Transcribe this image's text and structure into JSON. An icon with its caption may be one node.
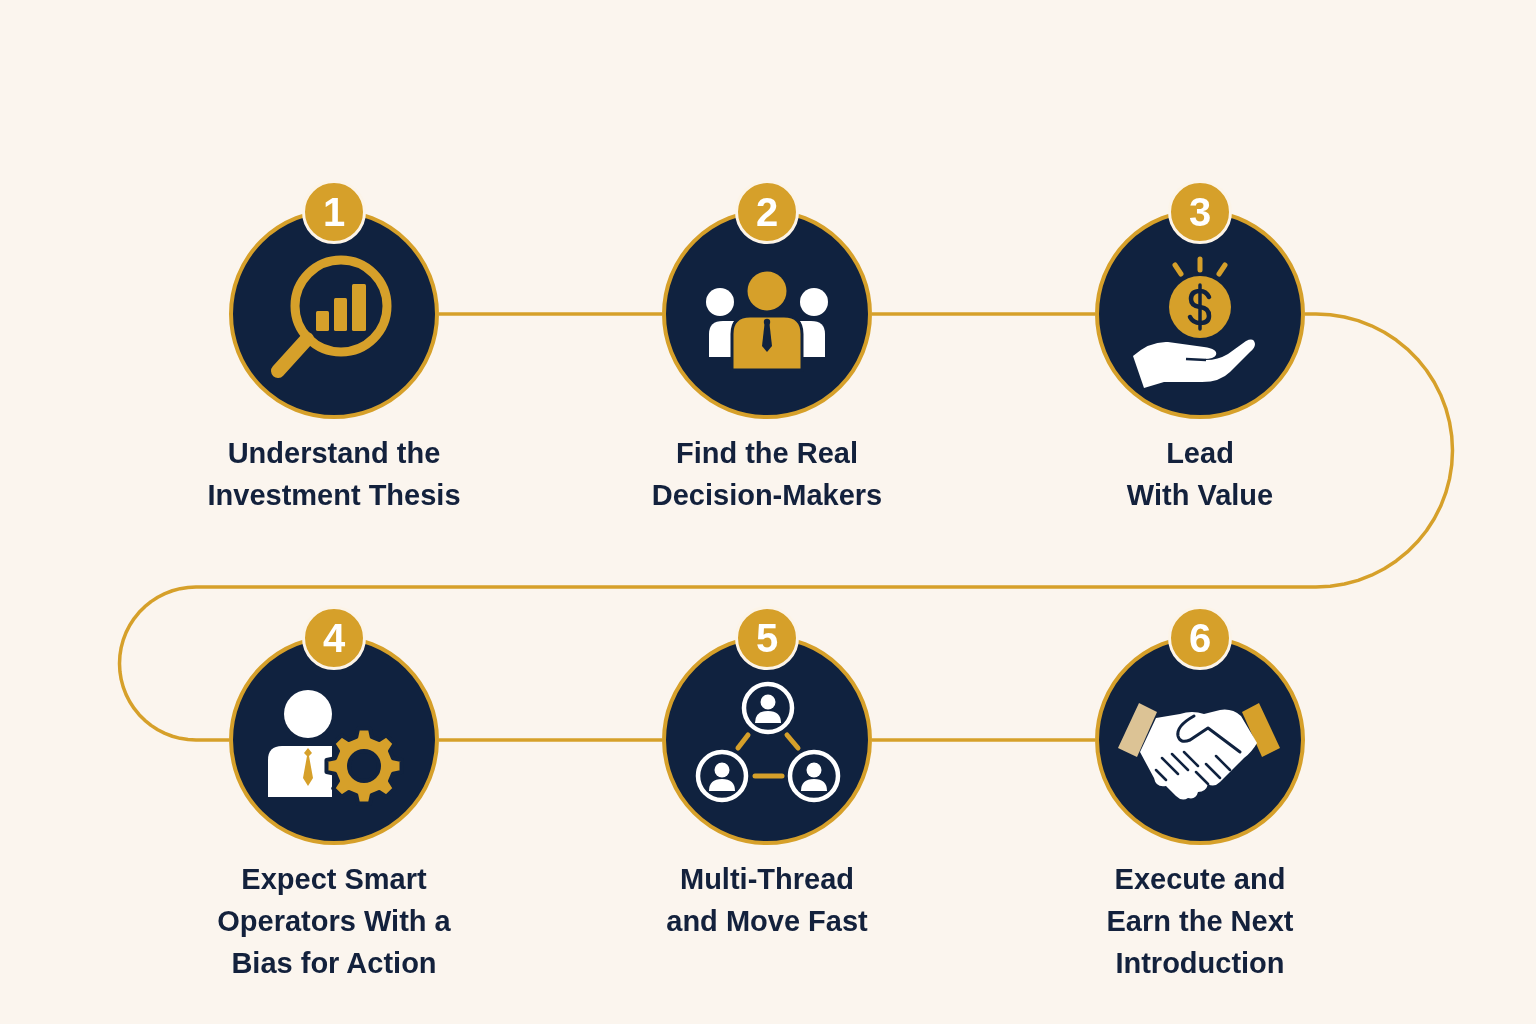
{
  "diagram": {
    "nodes": [
      {
        "text": [
          "1",
          "Understand the Investment Thesis"
        ]
      },
      {
        "text": [
          "2",
          "Find the Real Decision-Makers"
        ]
      },
      {
        "text": [
          "3",
          "Lead With Value"
        ]
      },
      {
        "text": [
          "4",
          "Expect Smart Operators With a Bias for Action"
        ]
      },
      {
        "text": [
          "5",
          "Multi-Thread and Move Fast"
        ]
      },
      {
        "text": [
          "6",
          "Execute and Earn the Next Introduction"
        ]
      }
    ],
    "edges": [
      {
        "from": 0,
        "to": 1,
        "arrow": "none"
      },
      {
        "from": 1,
        "to": 2,
        "arrow": "none"
      },
      {
        "from": 2,
        "to": 3,
        "arrow": "none"
      },
      {
        "from": 3,
        "to": 4,
        "arrow": "none"
      },
      {
        "from": 4,
        "to": 5,
        "arrow": "none"
      }
    ]
  }
}
